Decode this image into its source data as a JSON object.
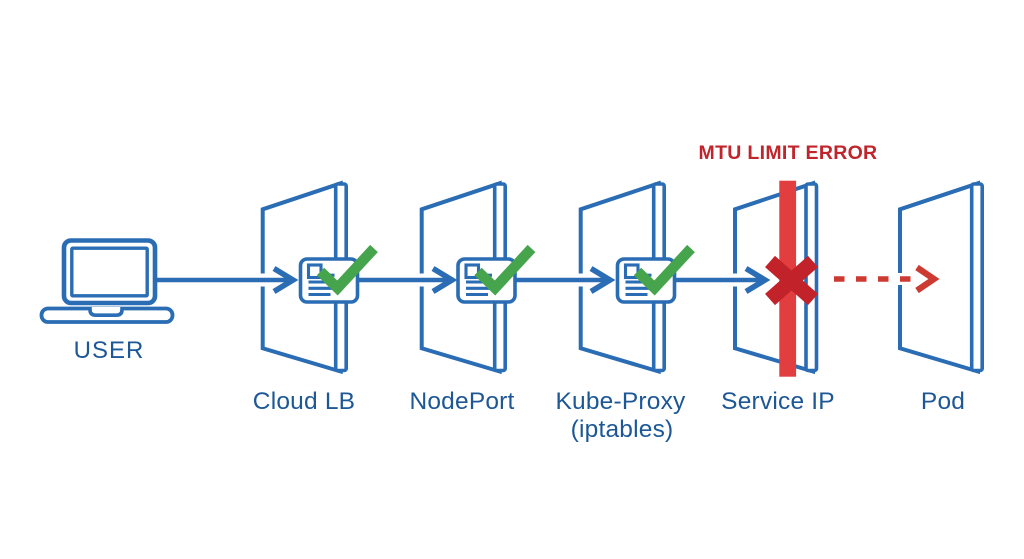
{
  "user": {
    "label": "USER"
  },
  "error": {
    "label": "MTU LIMIT ERROR"
  },
  "stages": [
    {
      "label": "Cloud LB",
      "sublabel": "",
      "status": "passed"
    },
    {
      "label": "NodePort",
      "sublabel": "",
      "status": "passed"
    },
    {
      "label": "Kube-Proxy",
      "sublabel": "(iptables)",
      "status": "passed"
    },
    {
      "label": "Service IP",
      "sublabel": "",
      "status": "blocked"
    },
    {
      "label": "Pod",
      "sublabel": "",
      "status": "not-reached"
    }
  ],
  "icons": {
    "user": "laptop-icon",
    "gate": "open-door-panel",
    "packet": "packet-card-with-green-checkmark-icon",
    "blocked": "red-x-mark-icon",
    "barrier": "red-barrier-bar"
  },
  "colors": {
    "blue": "#2a6db4",
    "text": "#1d5796",
    "green": "#45a44c",
    "barrier": "#e23d3f",
    "cross": "#c2232b",
    "dash": "#cc3a32",
    "error": "#c0252c",
    "bg": "#ffffff"
  }
}
